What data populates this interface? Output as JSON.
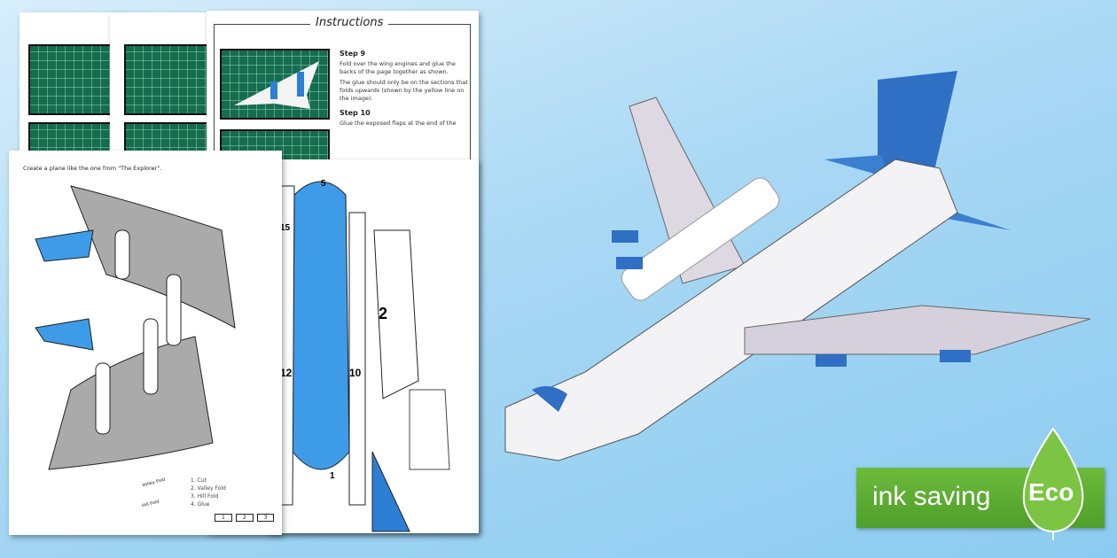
{
  "instructions": {
    "title": "Instructions",
    "steps": [
      {
        "heading": "Step 9",
        "text": [
          "Fold over the wing engines and glue the backs of the page together as shown.",
          "The glue should only be on the sections that folds upwards (shown by the yellow line on the image)."
        ]
      },
      {
        "heading": "Step 10",
        "text": [
          "Glue the exposed flaps at the end of the"
        ]
      }
    ]
  },
  "template_page": {
    "caption": "Create a plane like the one from \"The Explorer\".",
    "key": {
      "labels": [
        "Valley Fold",
        "Hill Fold"
      ],
      "items": [
        "1. Cut",
        "2. Valley Fold",
        "3. Hill Fold",
        "4. Glue"
      ],
      "glue_boxes": [
        "1",
        "2",
        "3"
      ]
    }
  },
  "parts_page": {
    "numbers": [
      "2",
      "10",
      "12",
      "15",
      "1",
      "5"
    ]
  },
  "badge": {
    "text": "ink saving",
    "label": "Eco",
    "color": "#5aab31"
  }
}
